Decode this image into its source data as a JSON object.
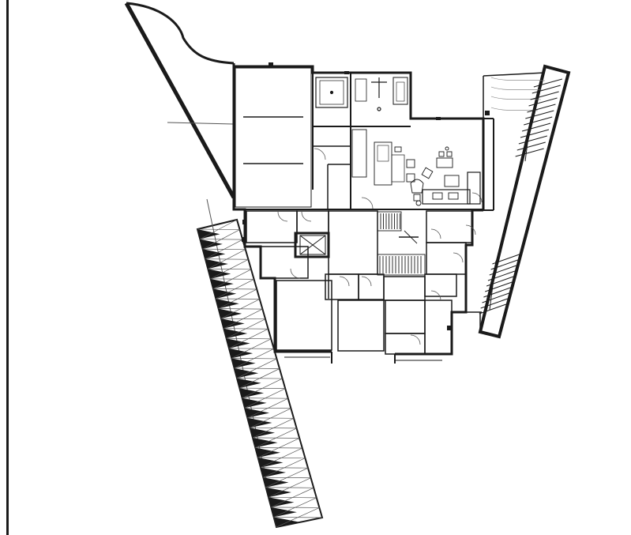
{
  "drawing": {
    "kind": "architectural floor plan",
    "line_color": "#1a1a1a",
    "thin_line_color": "#555555",
    "fill_color": "#1a1a1a",
    "background": "#ffffff"
  },
  "elements": [
    {
      "id": "site-boundary",
      "label": ""
    },
    {
      "id": "ramp-with-hatching",
      "label": ""
    },
    {
      "id": "building-outline",
      "label": ""
    },
    {
      "id": "east-balcony",
      "label": ""
    },
    {
      "id": "stair-core",
      "label": ""
    },
    {
      "id": "elevator-shaft",
      "label": ""
    },
    {
      "id": "living-area-furniture",
      "label": ""
    }
  ]
}
